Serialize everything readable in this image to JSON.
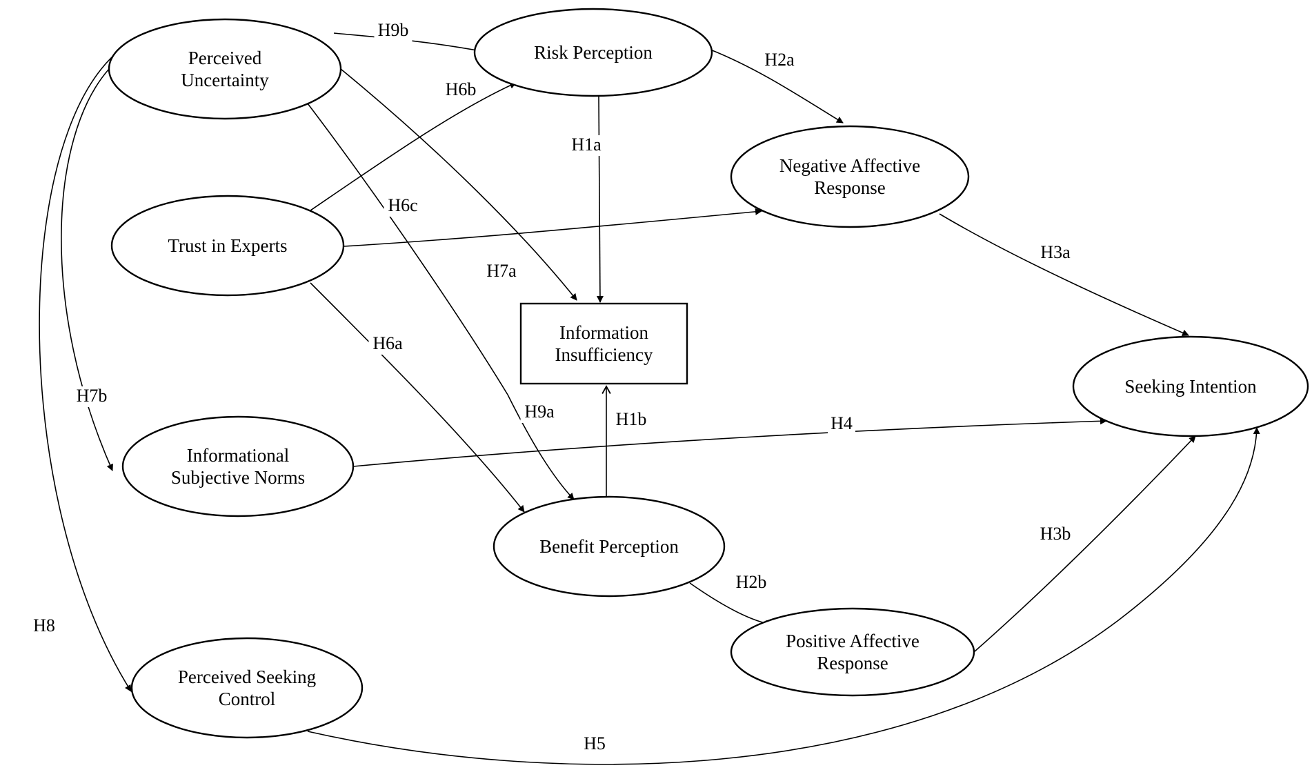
{
  "nodes": {
    "perceived_uncertainty": {
      "label": [
        "Perceived",
        "Uncertainty"
      ],
      "shape": "ellipse"
    },
    "risk_perception": {
      "label": [
        "Risk Perception"
      ],
      "shape": "ellipse"
    },
    "trust_in_experts": {
      "label": [
        "Trust in Experts"
      ],
      "shape": "ellipse"
    },
    "negative_affective_response": {
      "label": [
        "Negative Affective",
        "Response"
      ],
      "shape": "ellipse"
    },
    "information_insufficiency": {
      "label": [
        "Information",
        "Insufficiency"
      ],
      "shape": "rectangle"
    },
    "seeking_intention": {
      "label": [
        "Seeking Intention"
      ],
      "shape": "ellipse"
    },
    "informational_subjective_norms": {
      "label": [
        "Informational",
        "Subjective Norms"
      ],
      "shape": "ellipse"
    },
    "benefit_perception": {
      "label": [
        "Benefit Perception"
      ],
      "shape": "ellipse"
    },
    "positive_affective_response": {
      "label": [
        "Positive Affective",
        "Response"
      ],
      "shape": "ellipse"
    },
    "perceived_seeking_control": {
      "label": [
        "Perceived Seeking",
        "Control"
      ],
      "shape": "ellipse"
    }
  },
  "edges": [
    {
      "from": "perceived_uncertainty",
      "to": "risk_perception",
      "label": "H9b"
    },
    {
      "from": "risk_perception",
      "to": "negative_affective_response",
      "label": "H2a"
    },
    {
      "from": "trust_in_experts",
      "to": "risk_perception",
      "label": "H6b"
    },
    {
      "from": "risk_perception",
      "to": "information_insufficiency",
      "label": "H1a"
    },
    {
      "from": "perceived_uncertainty",
      "to": "benefit_perception",
      "label": "H6c"
    },
    {
      "from": "trust_in_experts",
      "to": "negative_affective_response",
      "label": ""
    },
    {
      "from": "perceived_uncertainty",
      "to": "information_insufficiency",
      "label": "H7a"
    },
    {
      "from": "negative_affective_response",
      "to": "seeking_intention",
      "label": "H3a"
    },
    {
      "from": "trust_in_experts",
      "to": "benefit_perception",
      "label": "H6a"
    },
    {
      "from": "benefit_perception",
      "to": "information_insufficiency",
      "label": "H1b"
    },
    {
      "from": "perceived_uncertainty",
      "to": "benefit_perception",
      "label": "H9a"
    },
    {
      "from": "perceived_uncertainty",
      "to": "informational_subjective_norms",
      "label": "H7b"
    },
    {
      "from": "informational_subjective_norms",
      "to": "seeking_intention",
      "label": "H4"
    },
    {
      "from": "benefit_perception",
      "to": "positive_affective_response",
      "label": "H2b"
    },
    {
      "from": "positive_affective_response",
      "to": "seeking_intention",
      "label": "H3b"
    },
    {
      "from": "perceived_uncertainty",
      "to": "perceived_seeking_control",
      "label": "H8"
    },
    {
      "from": "perceived_seeking_control",
      "to": "seeking_intention",
      "label": "H5"
    }
  ],
  "colors": {
    "stroke": "#000000",
    "background": "#ffffff"
  }
}
